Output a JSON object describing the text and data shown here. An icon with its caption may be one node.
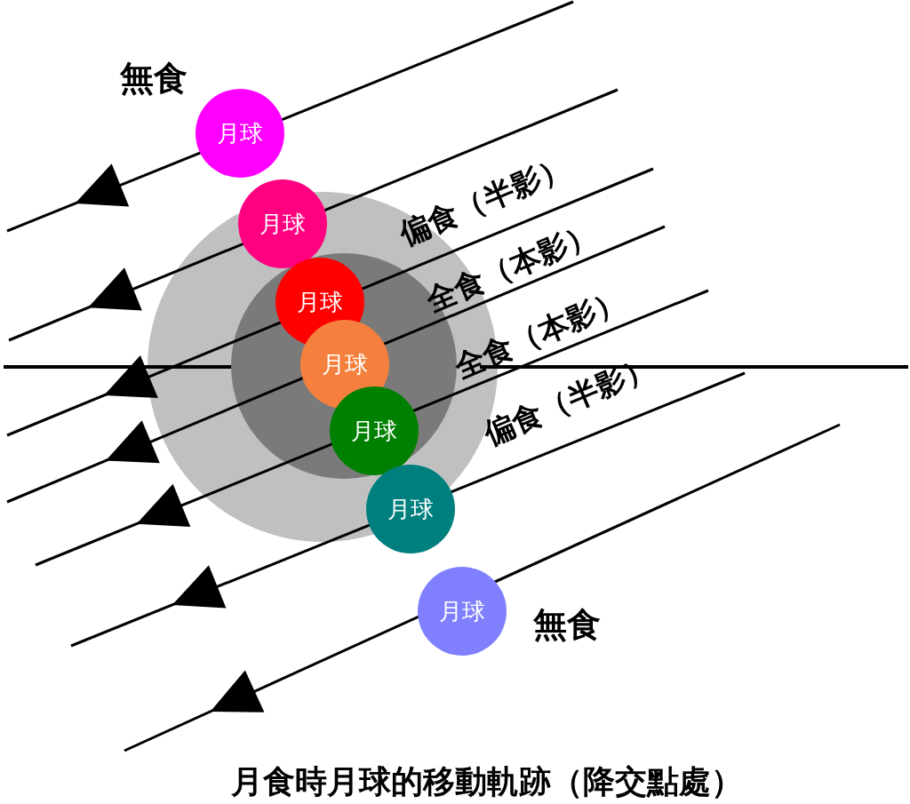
{
  "diagram": {
    "caption": "月食時月球的移動軌跡（降交點處）",
    "nodes": [
      {
        "text": [
          "月球"
        ]
      },
      {
        "text": [
          "月球"
        ]
      },
      {
        "text": [
          "月球"
        ]
      },
      {
        "text": [
          "月球"
        ]
      },
      {
        "text": [
          "月球"
        ]
      },
      {
        "text": [
          "月球"
        ]
      },
      {
        "text": [
          "月球"
        ]
      }
    ],
    "labels": [
      "無食",
      "偏食（半影）",
      "全食（本影）",
      "全食（本影）",
      "偏食（半影）",
      "無食"
    ]
  }
}
